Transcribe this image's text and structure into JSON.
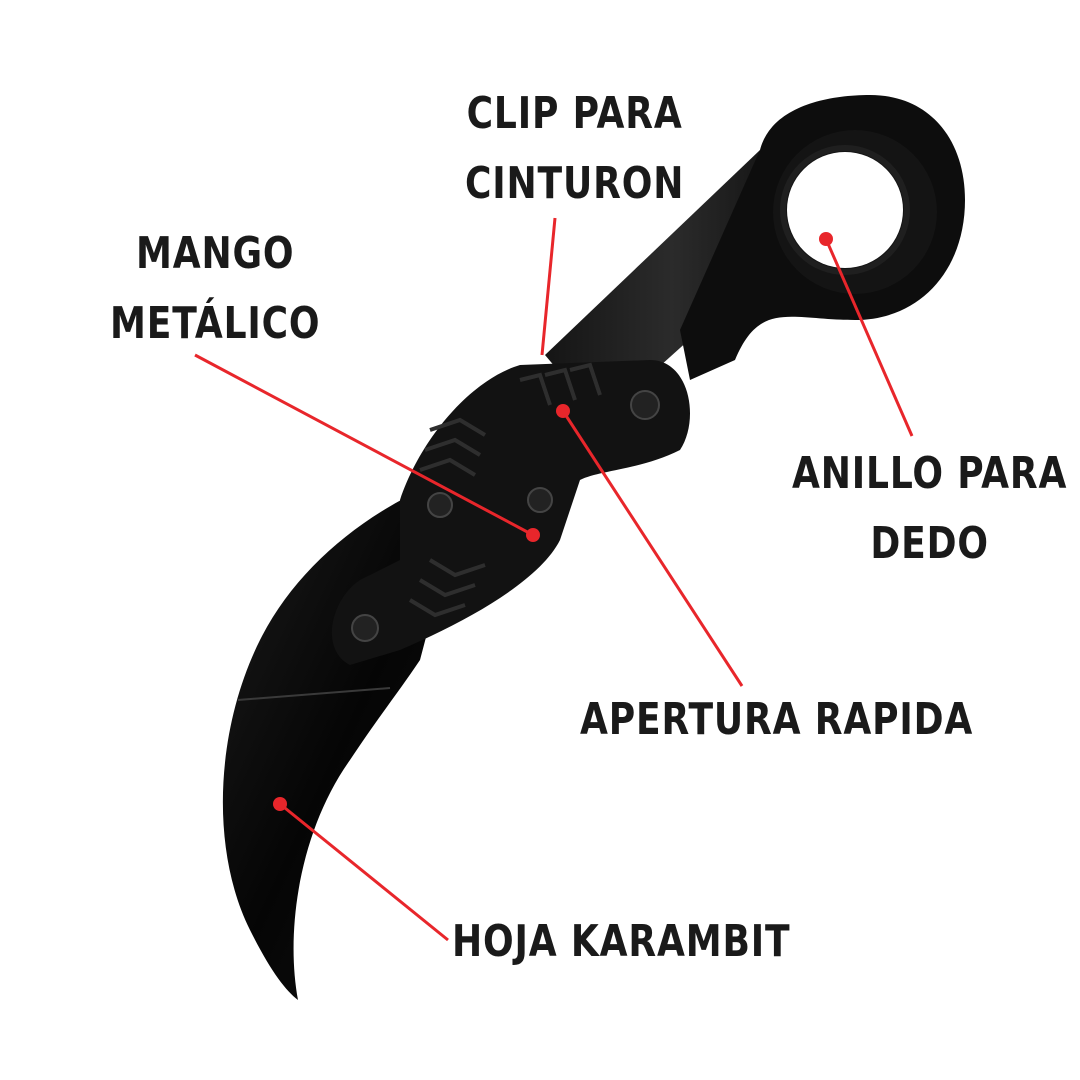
{
  "labels": {
    "clip": {
      "line1": "CLIP PARA",
      "line2": "CINTURON"
    },
    "mango": {
      "line1": "MANGO",
      "line2": "METÁLICO"
    },
    "anillo": {
      "line1": "ANILLO  PARA",
      "line2": "DEDO"
    },
    "apertura": {
      "line1": "APERTURA RAPIDA"
    },
    "hoja": {
      "line1": "HOJA KARAMBIT"
    }
  },
  "colors": {
    "leader": "#e8262b",
    "knife": "#0c0c0c",
    "knife_highlight": "#2a2a2a",
    "text": "#1a1a1a"
  }
}
